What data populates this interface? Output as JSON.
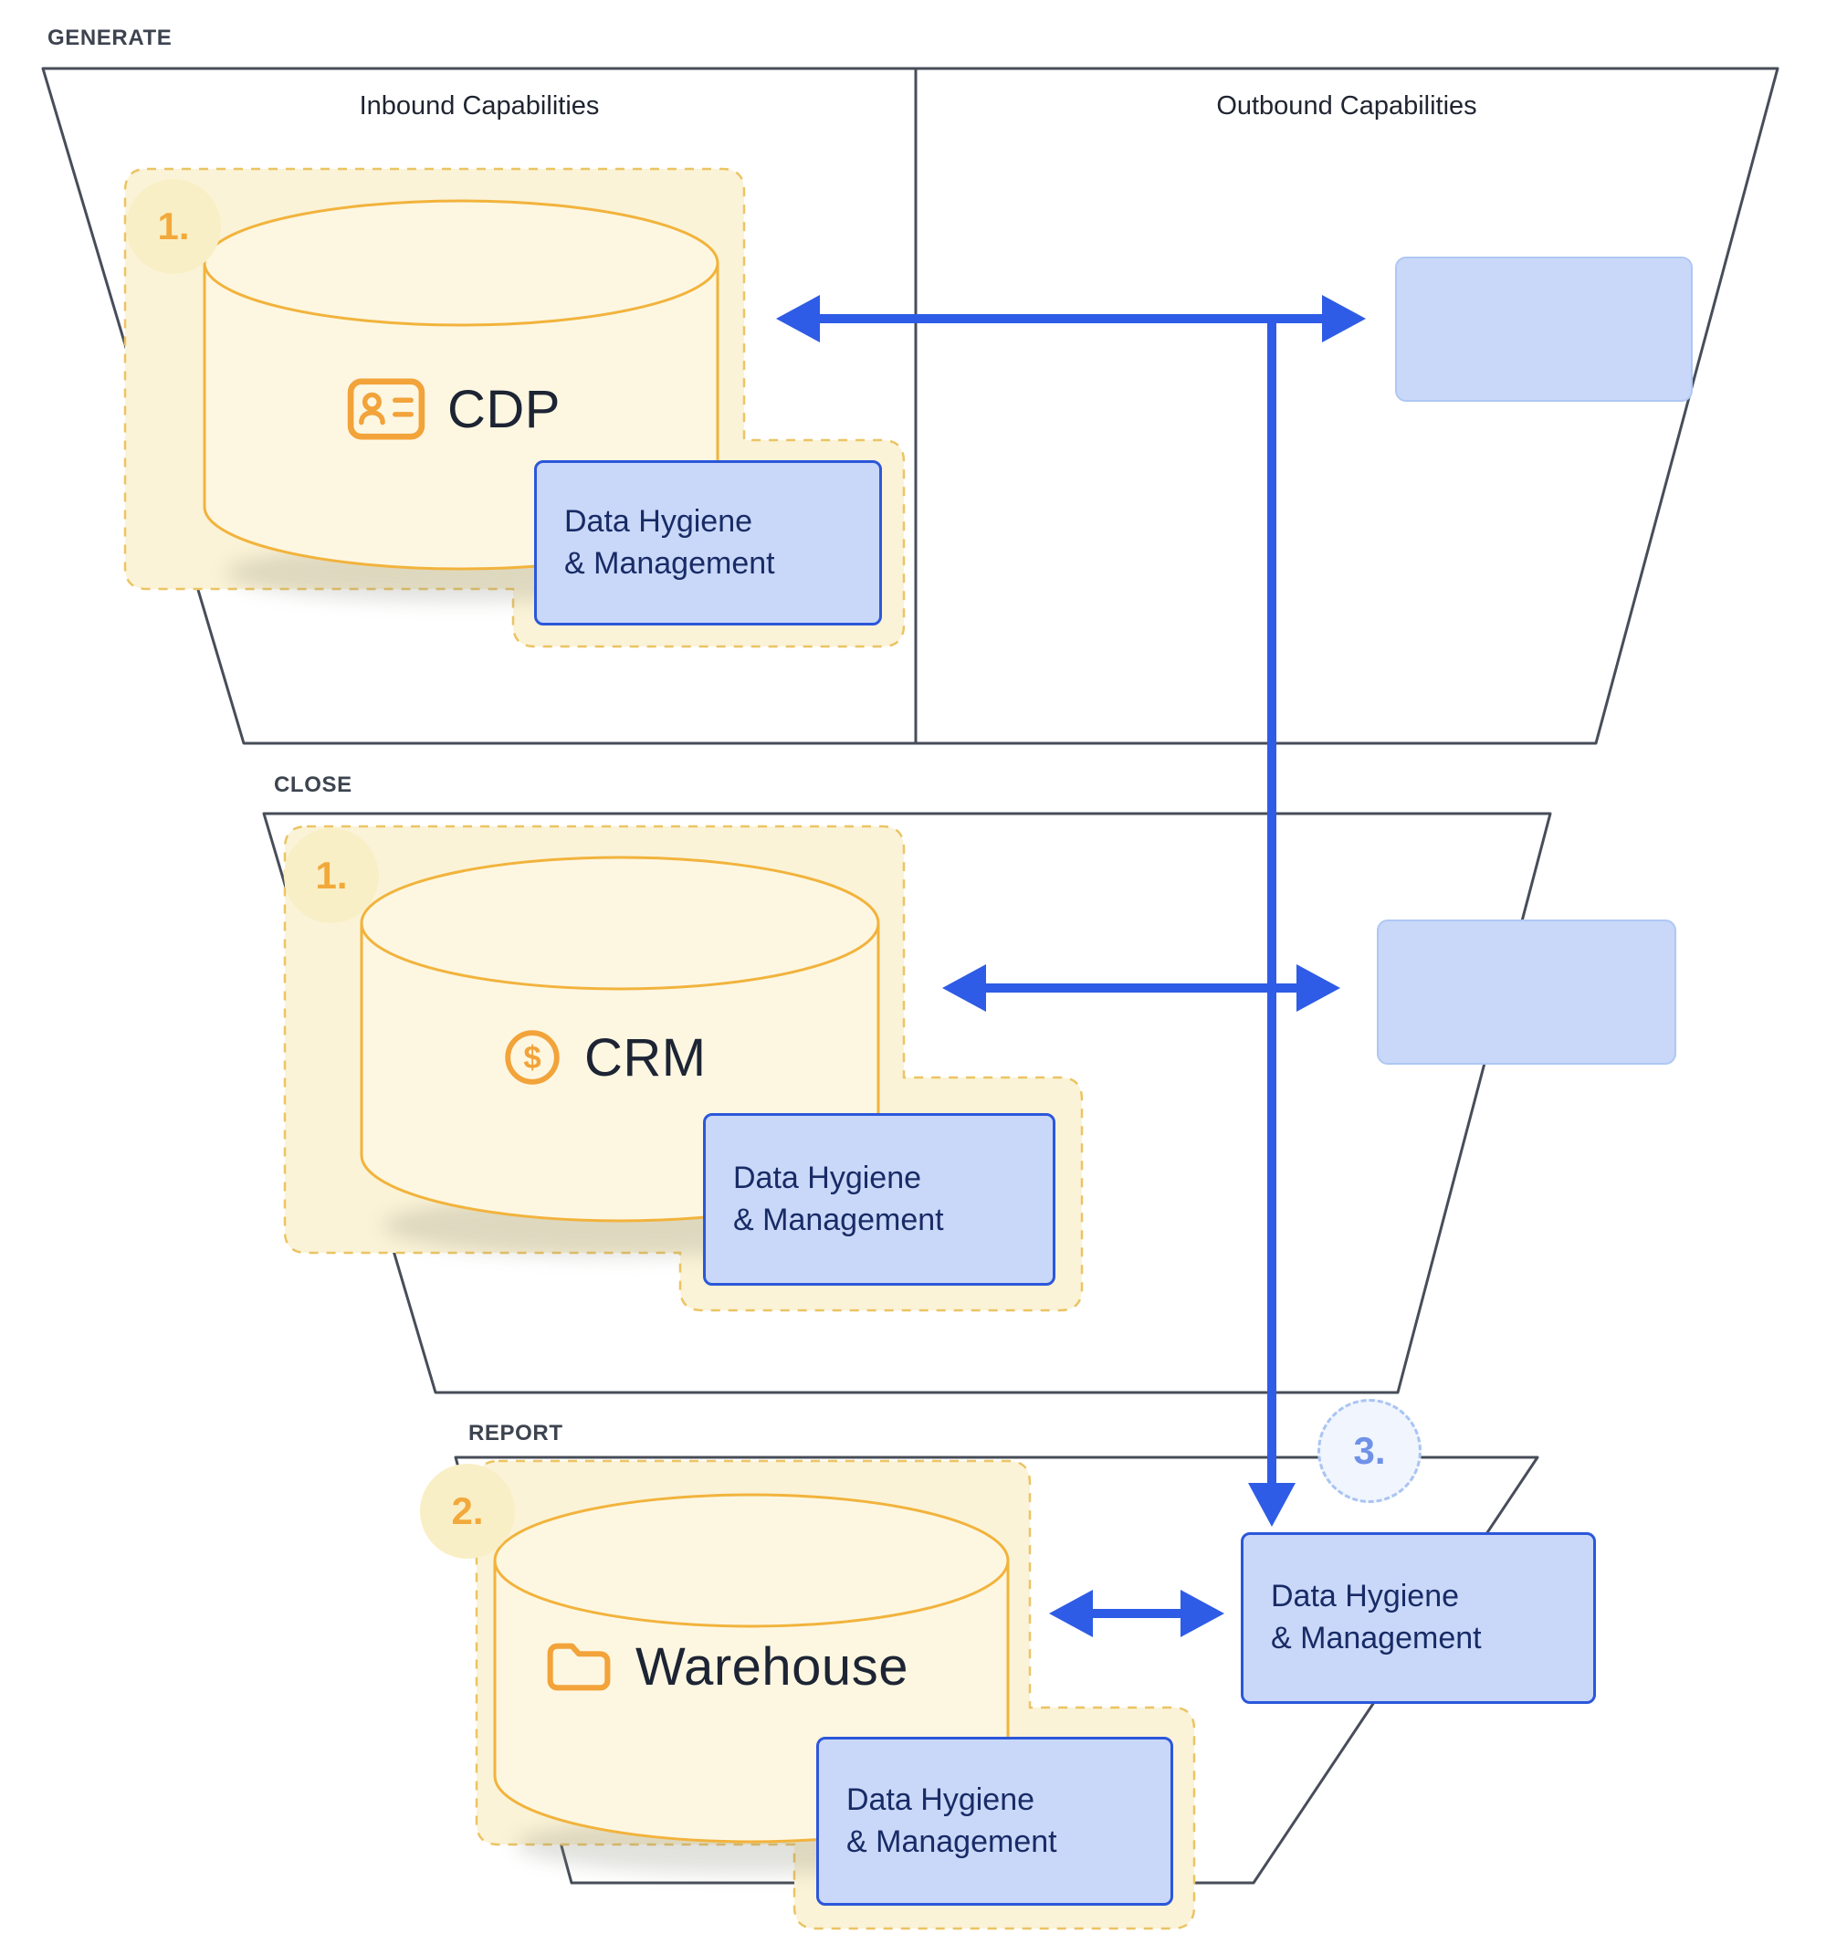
{
  "sections": {
    "generate": {
      "label": "GENERATE",
      "inbound_header": "Inbound Capabilities",
      "outbound_header": "Outbound Capabilities",
      "step_badge": "1.",
      "system_name": "CDP",
      "system_icon": "contact-card-icon",
      "hygiene_line1": "Data Hygiene",
      "hygiene_line2": "& Management"
    },
    "close": {
      "label": "CLOSE",
      "step_badge": "1.",
      "system_name": "CRM",
      "system_icon": "dollar-circle-icon",
      "hygiene_line1": "Data Hygiene",
      "hygiene_line2": "& Management"
    },
    "report": {
      "label": "REPORT",
      "step_badge": "2.",
      "flow_badge": "3.",
      "system_name": "Warehouse",
      "system_icon": "folder-icon",
      "hygiene_line1": "Data Hygiene",
      "hygiene_line2": "& Management",
      "right_hygiene_line1": "Data Hygiene",
      "right_hygiene_line2": "& Management"
    }
  },
  "colors": {
    "arrow_blue": "#2E5CE6",
    "box_fill": "#C9D8F8",
    "box_border": "#2C57DA",
    "box_text": "#182B66",
    "region_fill": "#FBF3D7",
    "region_dash": "#EBC463",
    "cylinder_fill": "#FDF7E2",
    "cylinder_stroke": "#F2B33C",
    "funnel_stroke": "#474D59",
    "badge_orange_text": "#F2A93B",
    "badge_blue_text": "#6F92E8"
  }
}
